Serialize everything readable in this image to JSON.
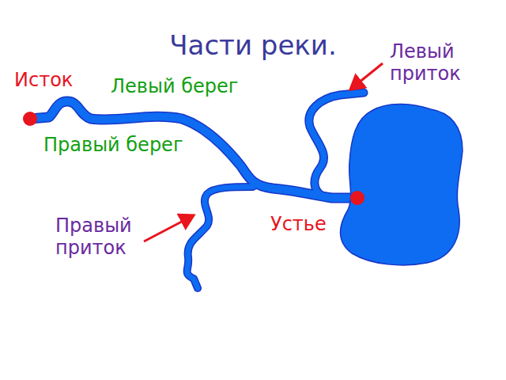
{
  "diagram": {
    "title": "Части реки.",
    "labels": [
      "Исток",
      "Левый берег",
      "Левый приток",
      "Правый берег",
      "Правый приток",
      "Устье"
    ]
  }
}
